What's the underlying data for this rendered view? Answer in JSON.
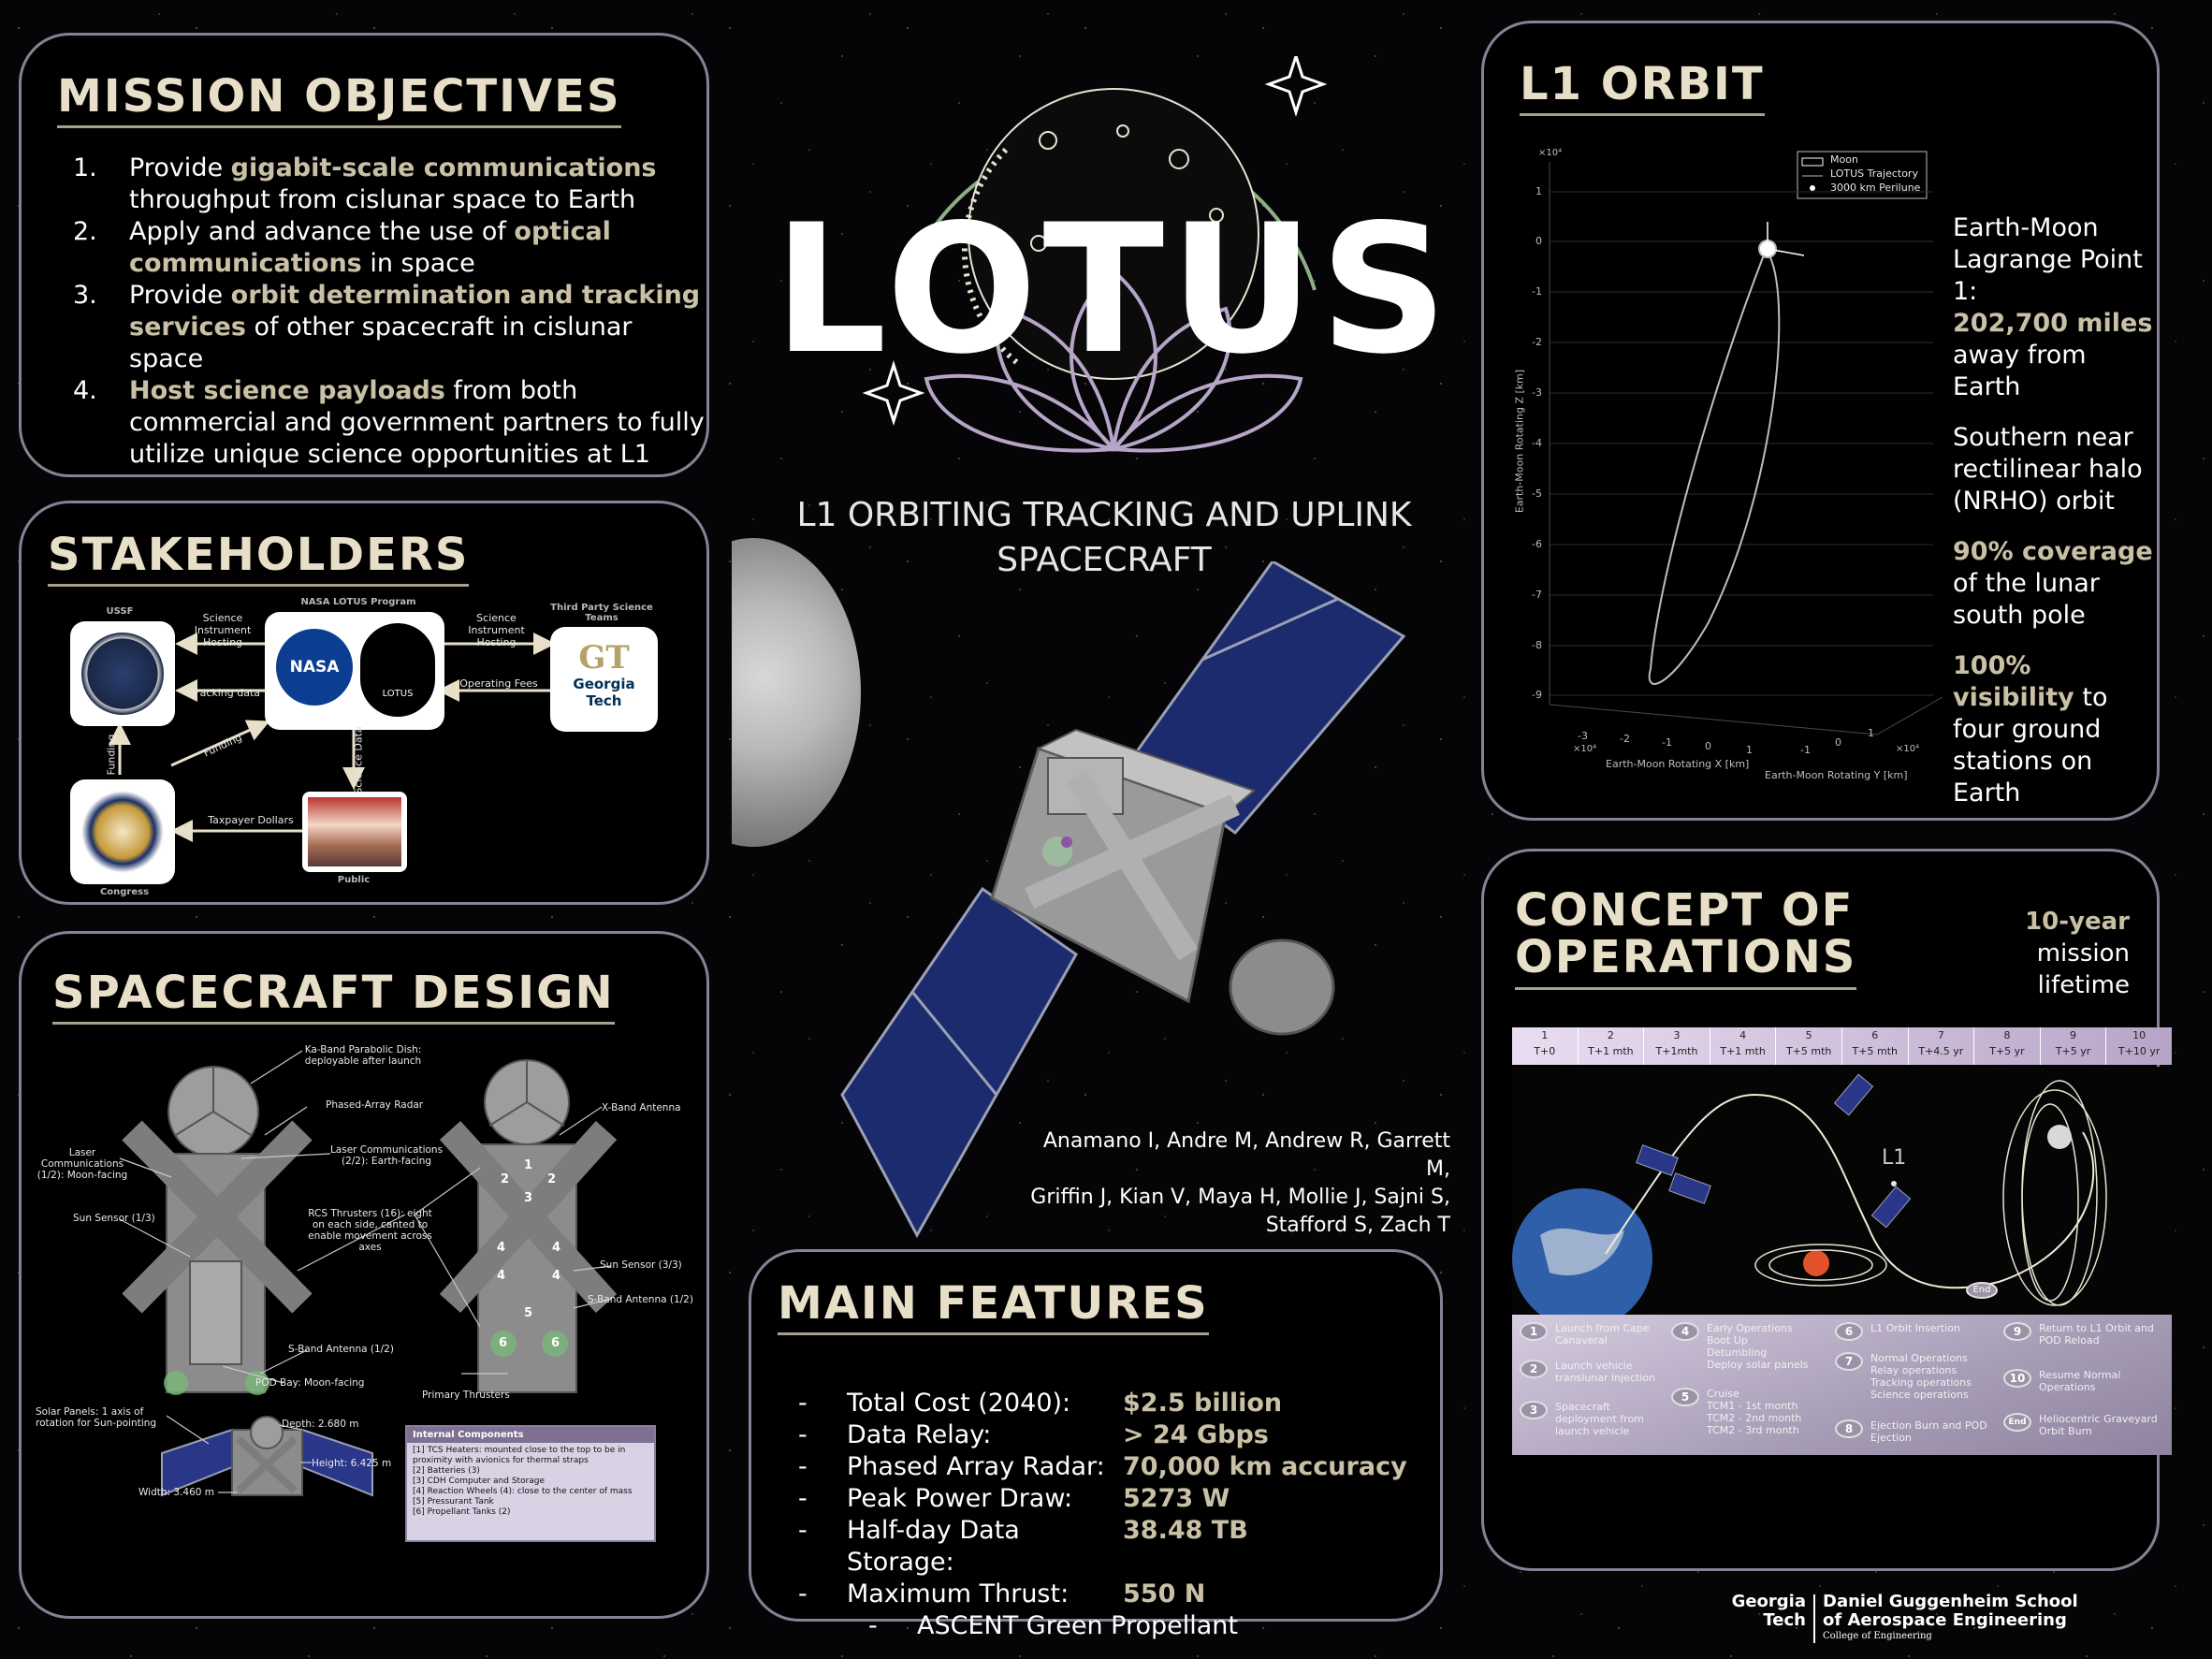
{
  "colors": {
    "accent": "#c9c0a6",
    "panel_border": "#8a8096",
    "lotus_purple": "#b7a5c7",
    "arc_green": "#8fae88"
  },
  "header": {
    "title": "LOTUS",
    "subtitle_line1": "L1 ORBITING TRACKING AND UPLINK",
    "subtitle_line2": "SPACECRAFT",
    "authors": [
      "Anamano I, Andre M, Andrew R, Garrett M,",
      "Griffin J, Kian V, Maya H, Mollie J, Sajni S,",
      "Stafford S, Zach T"
    ]
  },
  "mission": {
    "title": "MISSION OBJECTIVES",
    "items": [
      {
        "num": "1.",
        "a": "Provide ",
        "b": "gigabit-scale communications",
        "c": " throughput from cislunar space to Earth"
      },
      {
        "num": "2.",
        "a": "Apply and advance the use of ",
        "b": "optical communications",
        "c": " in space"
      },
      {
        "num": "3.",
        "a": "Provide ",
        "b": "orbit determination and tracking services",
        "c": " of other spacecraft in cislunar space"
      },
      {
        "num": "4.",
        "a": "",
        "b": "Host science payloads",
        "c": " from both commercial and government partners to fully utilize unique science opportunities at L1"
      }
    ]
  },
  "stakeholders": {
    "title": "STAKEHOLDERS",
    "captions": {
      "ussf": "USSF",
      "nasa": "NASA LOTUS Program",
      "third": "Third Party Science Teams",
      "congress": "Congress",
      "public": "Public"
    },
    "logos": {
      "nasa": "NASA",
      "lotus": "LOTUS",
      "gt1": "GT",
      "gt2": "Georgia",
      "gt3": "Tech"
    },
    "flows": {
      "sci1": "Science Instrument Hosting",
      "tracking": "Tracking data",
      "sci2": "Science Instrument Hosting",
      "fees": "Operating Fees",
      "funding1": "Funding",
      "funding2": "Funding",
      "science": "Science Data",
      "taxpayer": "Taxpayer Dollars"
    }
  },
  "design": {
    "title": "SPACECRAFT DESIGN",
    "labels": {
      "ka": "Ka-Band Parabolic Dish: deployable after launch",
      "phased": "Phased-Array Radar",
      "laser1": "Laser Communications (1/2): Moon-facing",
      "laser2": "Laser Communications (2/2): Earth-facing",
      "xband": "X-Band Antenna",
      "sun1": "Sun Sensor (1/3)",
      "rcs": "RCS Thrusters (16): eight on each side, canted to enable movement across axes",
      "sun3": "Sun Sensor (3/3)",
      "sband2": "S-Band Antenna (1/2)",
      "sband1": "S-Band Antenna (1/2)",
      "pod": "POD Bay: Moon-facing",
      "primary": "Primary Thrusters",
      "solar": "Solar Panels: 1 axis of rotation for Sun-pointing",
      "depth": "Depth: 2.680 m",
      "height": "Height: 6.425 m",
      "width": "Width: 3.460 m"
    },
    "internal_title": "Internal Components",
    "internal": [
      "[1] TCS Heaters: mounted close to the top to be in proximity with avionics for thermal straps",
      "[2] Batteries (3)",
      "[3] CDH Computer and Storage",
      "[4] Reaction Wheels (4): close to the center of mass",
      "[5] Pressurant Tank",
      "[6] Propellant Tanks (2)"
    ],
    "markers": [
      "1",
      "2",
      "2",
      "3",
      "4",
      "4",
      "4",
      "4",
      "5",
      "6",
      "6"
    ]
  },
  "features": {
    "title": "MAIN FEATURES",
    "rows": [
      {
        "dash": "-",
        "k": "Total Cost (2040):",
        "v": "$2.5 billion"
      },
      {
        "dash": "-",
        "k": "Data Relay:",
        "v": "> 24 Gbps"
      },
      {
        "dash": "-",
        "k": "Phased Array Radar:",
        "v": "70,000 km accuracy"
      },
      {
        "dash": "-",
        "k": "Peak Power Draw:",
        "v": "5273 W"
      },
      {
        "dash": "-",
        "k": "Half-day Data Storage:",
        "v": "38.48 TB"
      },
      {
        "dash": "-",
        "k": "Maximum Thrust:",
        "v": "550 N"
      }
    ],
    "sub_dash": "-",
    "sub": "ASCENT Green Propellant"
  },
  "orbit": {
    "title": "L1 ORBIT",
    "legend": [
      "Moon",
      "LOTUS Trajectory",
      "3000 km Perilune"
    ],
    "exp_top": "×10⁴",
    "z_ticks": [
      "1",
      "0",
      "-1",
      "-2",
      "-3",
      "-4",
      "-5",
      "-6",
      "-7",
      "-8",
      "-9"
    ],
    "x_ticks": [
      "-3",
      "-2",
      "-1",
      "0",
      "1"
    ],
    "y_ticks": [
      "-1",
      "0",
      "1"
    ],
    "exp_x": "×10⁴",
    "exp_y": "×10⁴",
    "z_label": "Earth-Moon Rotating Z [km]",
    "x_label": "Earth-Moon Rotating X [km]",
    "y_label": "Earth-Moon Rotating Y [km]",
    "t1a": "Earth-Moon Lagrange Point 1:",
    "t1b": "202,700 miles",
    "t1c": "away from Earth",
    "t2": "Southern near rectilinear halo (NRHO) orbit",
    "t3a": "90% coverage",
    "t3b": " of the lunar south pole",
    "t4a": "100% visibility",
    "t4b": " to four ground stations on Earth"
  },
  "conops": {
    "title_line1": "CONCEPT OF",
    "title_line2": "OPERATIONS",
    "life_a": "10-year",
    "life_b": " mission lifetime",
    "timeline": [
      {
        "n": "1",
        "t": "T+0"
      },
      {
        "n": "2",
        "t": "T+1 mth"
      },
      {
        "n": "3",
        "t": "T+1mth"
      },
      {
        "n": "4",
        "t": "T+1 mth"
      },
      {
        "n": "5",
        "t": "T+5 mth"
      },
      {
        "n": "6",
        "t": "T+5 mth"
      },
      {
        "n": "7",
        "t": "T+4.5 yr"
      },
      {
        "n": "8",
        "t": "T+5 yr"
      },
      {
        "n": "9",
        "t": "T+5 yr"
      },
      {
        "n": "10",
        "t": "T+10 yr"
      }
    ],
    "l1": "L1",
    "end": "End",
    "steps": [
      {
        "n": "1",
        "text": "Launch from Cape Canaveral"
      },
      {
        "n": "2",
        "text": "Launch vehicle translunar injection"
      },
      {
        "n": "3",
        "text": "Spacecraft deployment from launch vehicle"
      },
      {
        "n": "4",
        "text": "Early Operations\nBoot Up\nDetumbling\nDeploy solar panels"
      },
      {
        "n": "5",
        "text": "Cruise\nTCM1 - 1st month\nTCM2 - 2nd month\nTCM2 - 3rd month"
      },
      {
        "n": "6",
        "text": "L1 Orbit Insertion"
      },
      {
        "n": "7",
        "text": "Normal Operations\nRelay operations\nTracking operations\nScience operations"
      },
      {
        "n": "8",
        "text": "Ejection Burn and POD Ejection"
      },
      {
        "n": "9",
        "text": "Return to L1 Orbit and POD Reload"
      },
      {
        "n": "10",
        "text": "Resume Normal Operations"
      },
      {
        "n": "End",
        "text": "Heliocentric Graveyard Orbit Burn"
      }
    ]
  },
  "footer": {
    "gt1": "Georgia",
    "gt2": "Tech",
    "school1": "Daniel Guggenheim School",
    "school2": "of Aerospace Engineering",
    "college": "College of Engineering"
  }
}
